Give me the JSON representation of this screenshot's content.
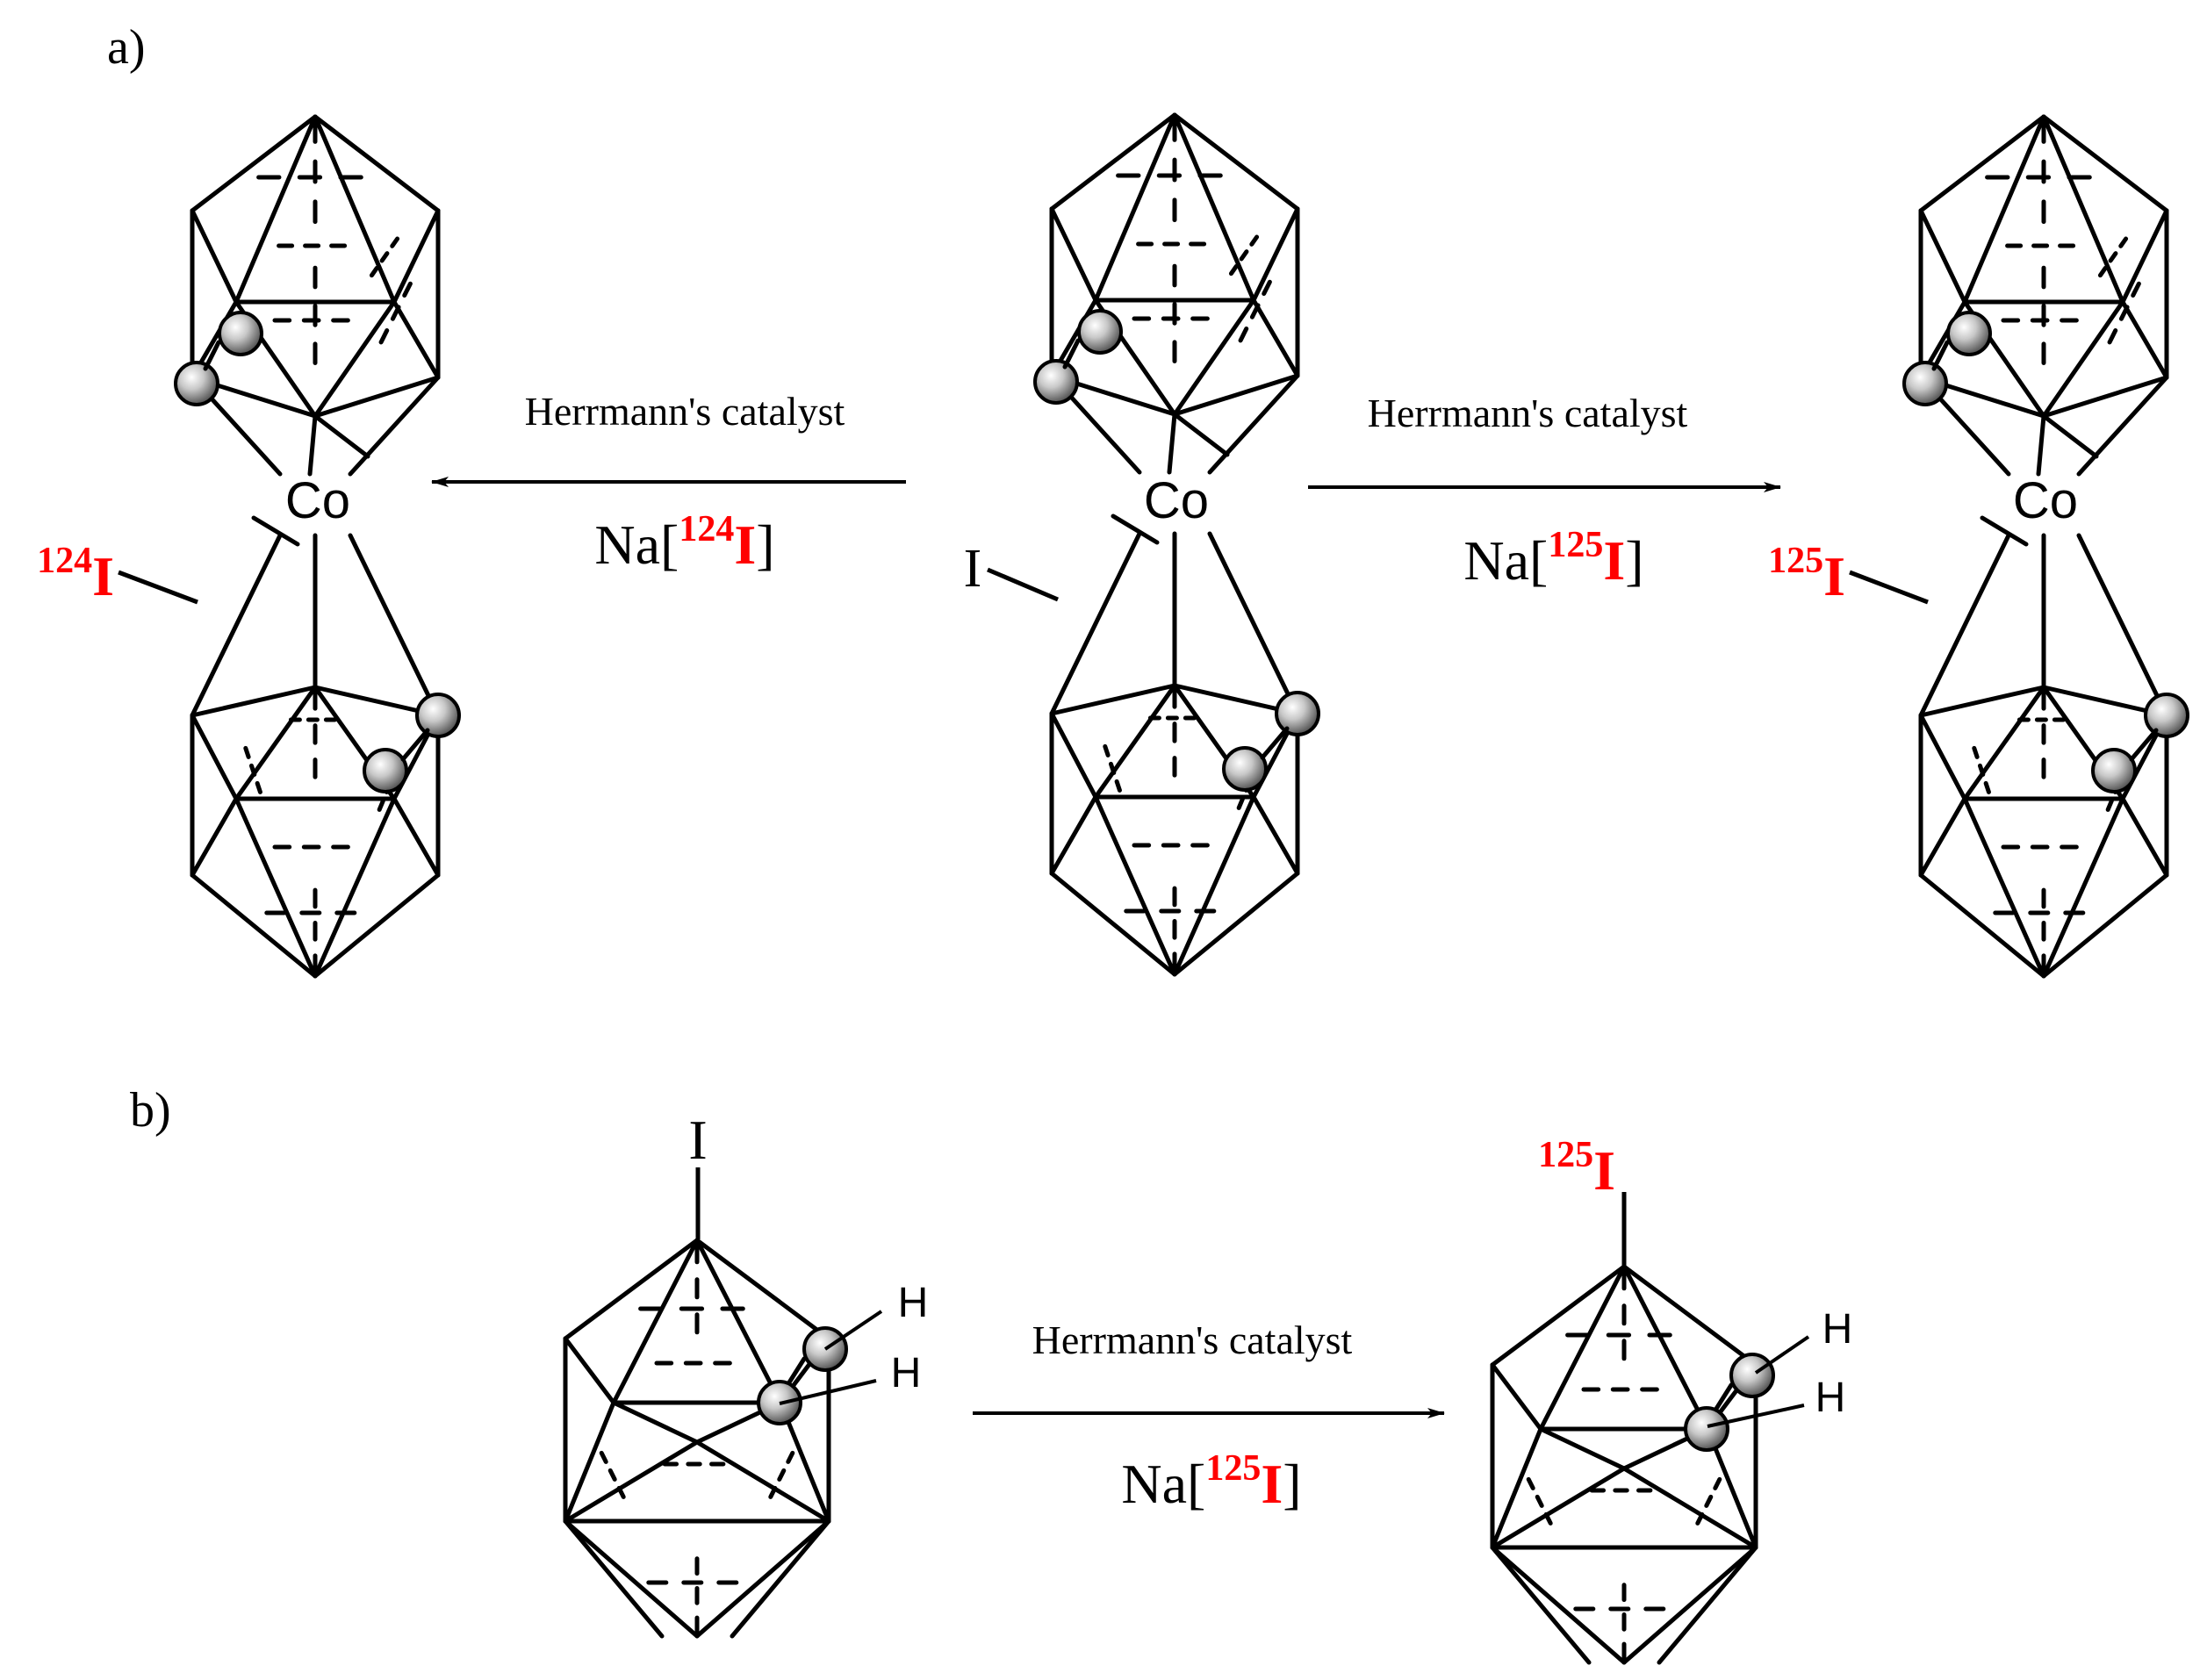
{
  "panels": {
    "a": {
      "label": "a)"
    },
    "b": {
      "label": "b)"
    }
  },
  "reactions": {
    "a_left": {
      "catalyst": "Herrmann's catalyst",
      "reagent_prefix": "Na[",
      "isotope_mass": "124",
      "isotope_symbol": "I",
      "reagent_suffix": "]"
    },
    "a_right": {
      "catalyst": "Herrmann's catalyst",
      "reagent_prefix": "Na[",
      "isotope_mass": "125",
      "isotope_symbol": "I",
      "reagent_suffix": "]"
    },
    "b": {
      "catalyst": "Herrmann's catalyst",
      "reagent_prefix": "Na[",
      "isotope_mass": "125",
      "isotope_symbol": "I",
      "reagent_suffix": "]"
    }
  },
  "molecules": {
    "a_product_left": {
      "metal": "Co",
      "substituent_mass": "124",
      "substituent_symbol": "I"
    },
    "a_start": {
      "metal": "Co",
      "substituent_symbol": "I"
    },
    "a_product_right": {
      "metal": "Co",
      "substituent_mass": "125",
      "substituent_symbol": "I"
    },
    "b_start": {
      "substituent_symbol": "I",
      "h1": "H",
      "h2": "H"
    },
    "b_product": {
      "substituent_mass": "125",
      "substituent_symbol": "I",
      "h1": "H",
      "h2": "H"
    }
  },
  "colors": {
    "ink": "#000000",
    "isotope": "#ff0000",
    "atom_fill": "#b8b8b8"
  }
}
